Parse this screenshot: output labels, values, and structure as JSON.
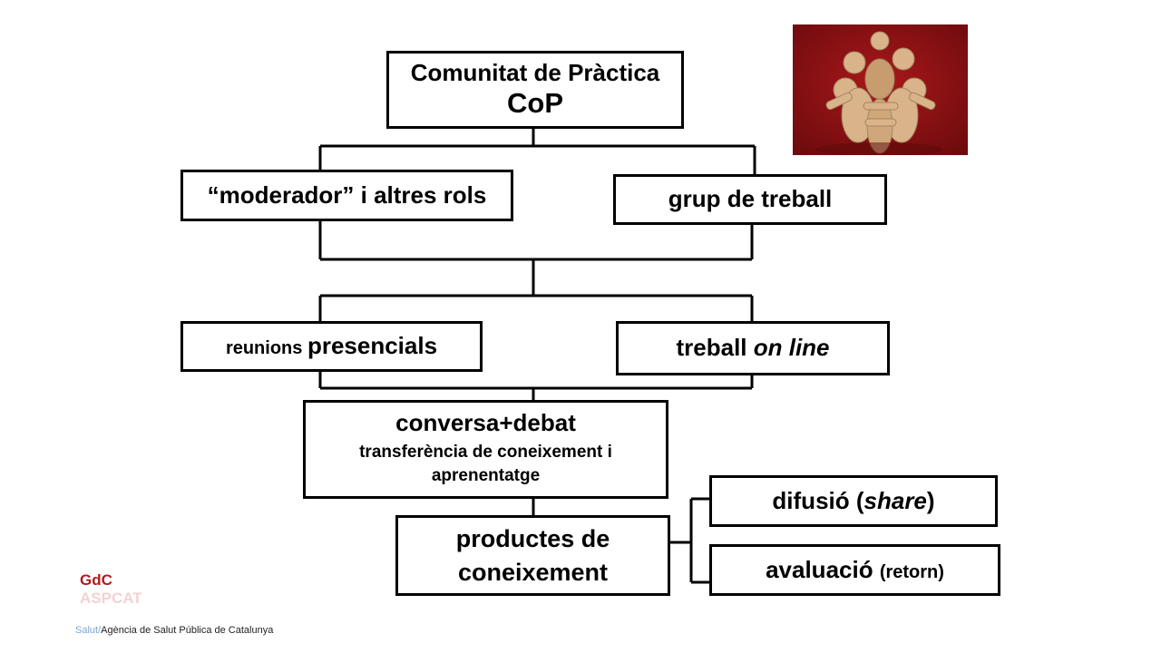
{
  "root": {
    "line1": "Comunitat de Pràctica",
    "line2": "CoP"
  },
  "roles": {
    "text": "“moderador” i altres rols"
  },
  "working_group": {
    "text": "grup de treball"
  },
  "meetings": {
    "prefix": "reunions ",
    "main": "presencials"
  },
  "online": {
    "prefix": "treball ",
    "italic": "on line"
  },
  "conversation": {
    "line1": "conversa+debat",
    "line2": "transferència de coneixement i aprenentatge"
  },
  "products": {
    "text": "productes de coneixement"
  },
  "share": {
    "prefix": "difusió (",
    "italic": "share",
    "suffix": ")"
  },
  "evaluation": {
    "main": "avaluació ",
    "small": "(retorn)"
  },
  "logo": {
    "line1": "GdC",
    "line2": "ASPCAT"
  },
  "footer": {
    "salut": "Salut/",
    "agency": "Agència de Salut Pública de Catalunya"
  },
  "colors": {
    "logo_gdc": "#b01c20",
    "logo_aspcat": "#f2d2d3",
    "salut": "#7da6d2",
    "photo_bg": "#8c0f12",
    "figure": "#d9b48a"
  }
}
